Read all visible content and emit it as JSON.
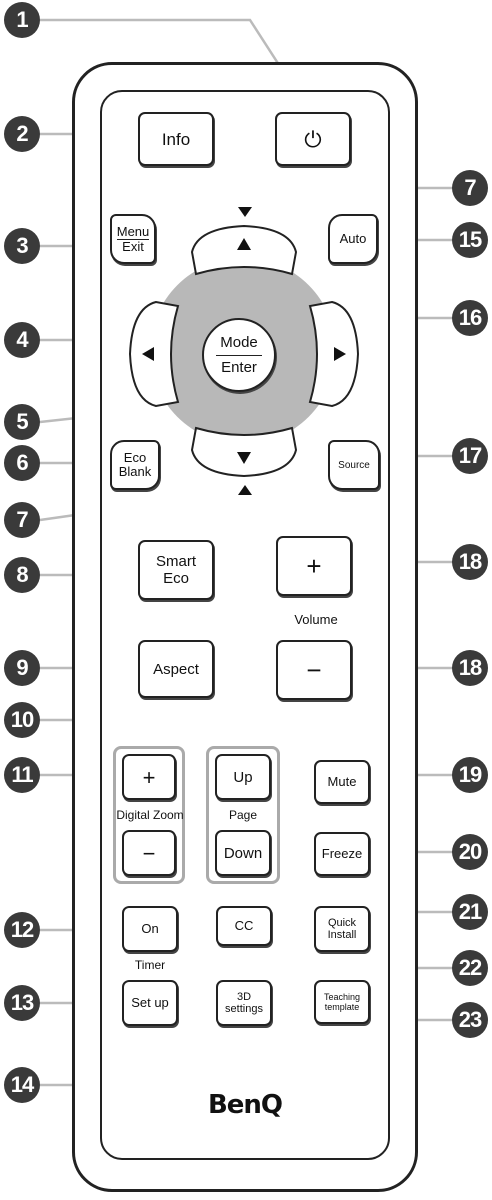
{
  "buttons": {
    "info": "Info",
    "power": "⏻",
    "menu_top": "Menu",
    "menu_bottom": "Exit",
    "auto": "Auto",
    "mode_top": "Mode",
    "mode_bottom": "Enter",
    "eco_top": "Eco",
    "eco_bottom": "Blank",
    "source": "Source",
    "smart_eco_top": "Smart",
    "smart_eco_bottom": "Eco",
    "vol_plus": "+",
    "vol_minus": "−",
    "aspect": "Aspect",
    "zoom_plus": "+",
    "zoom_minus": "−",
    "page_up": "Up",
    "page_down": "Down",
    "mute": "Mute",
    "freeze": "Freeze",
    "timer_on": "On",
    "cc": "CC",
    "quick_top": "Quick",
    "quick_bottom": "Install",
    "timer_setup": "Set up",
    "settings_3d_top": "3D",
    "settings_3d_bottom": "settings",
    "teaching_top": "Teaching",
    "teaching_bottom": "template"
  },
  "labels": {
    "volume": "Volume",
    "digital_zoom": "Digital Zoom",
    "page": "Page",
    "timer": "Timer"
  },
  "logo": "BenQ",
  "callouts": [
    "1",
    "2",
    "3",
    "4",
    "5",
    "6",
    "7",
    "7",
    "8",
    "9",
    "10",
    "11",
    "12",
    "13",
    "14",
    "15",
    "16",
    "17",
    "18",
    "18",
    "19",
    "20",
    "21",
    "22",
    "23"
  ]
}
